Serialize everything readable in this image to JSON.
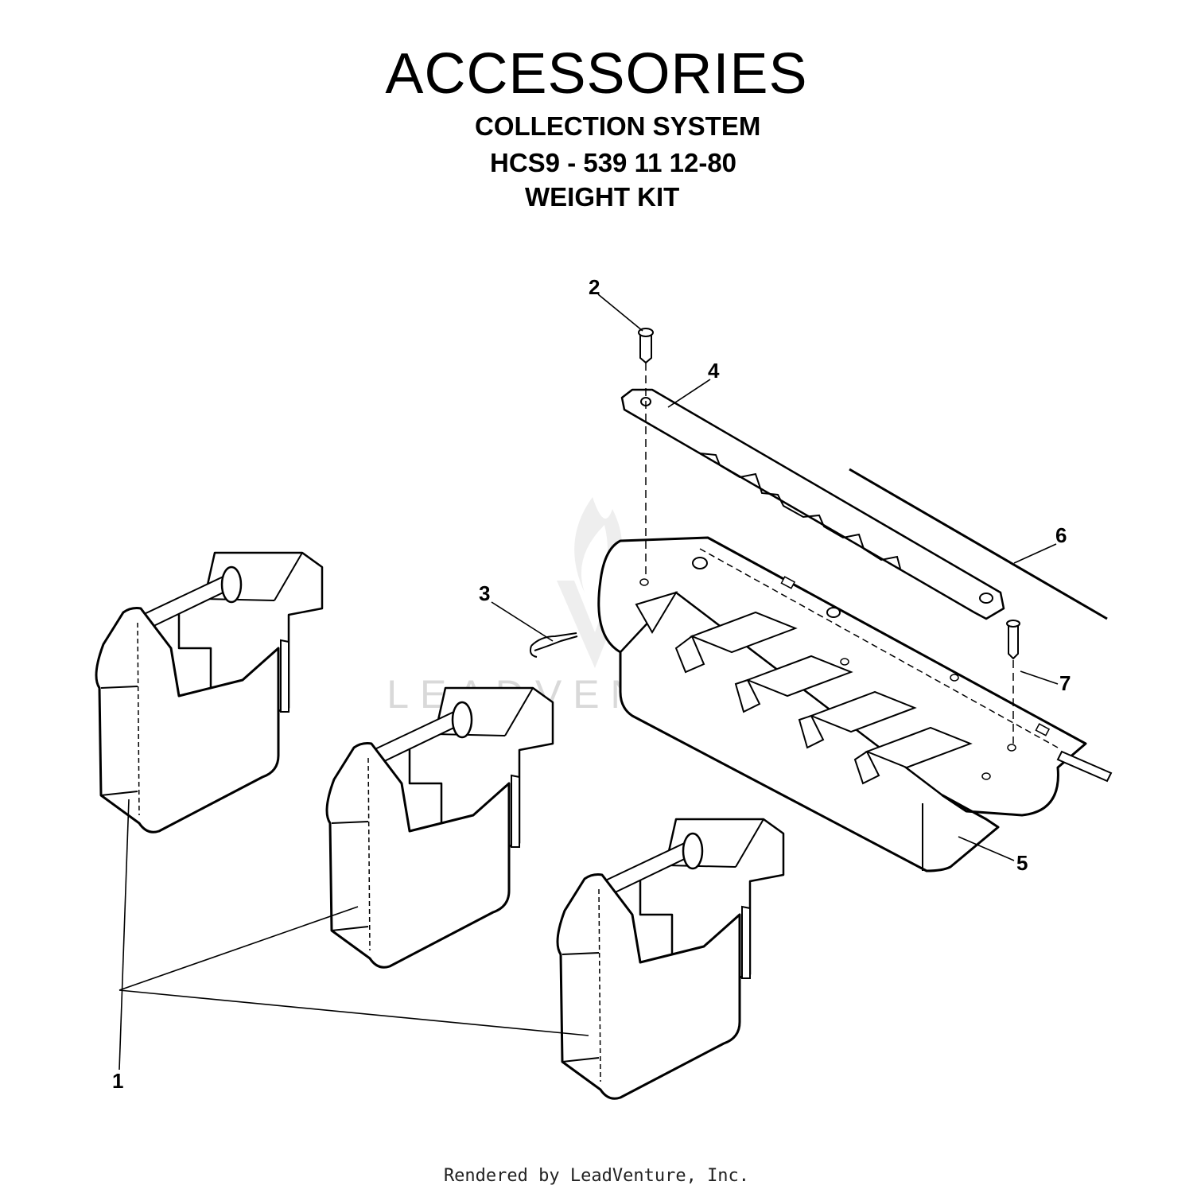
{
  "header": {
    "title": "ACCESSORIES",
    "line1": "COLLECTION SYSTEM",
    "line2": "HCS9 - 539 11 12-80",
    "line3": "WEIGHT KIT"
  },
  "watermark": {
    "text": "LEADVENTURE"
  },
  "callouts": {
    "c1": "1",
    "c2": "2",
    "c3": "3",
    "c4": "4",
    "c5": "5",
    "c6": "6",
    "c7": "7"
  },
  "footer": {
    "text": "Rendered by LeadVenture, Inc."
  }
}
